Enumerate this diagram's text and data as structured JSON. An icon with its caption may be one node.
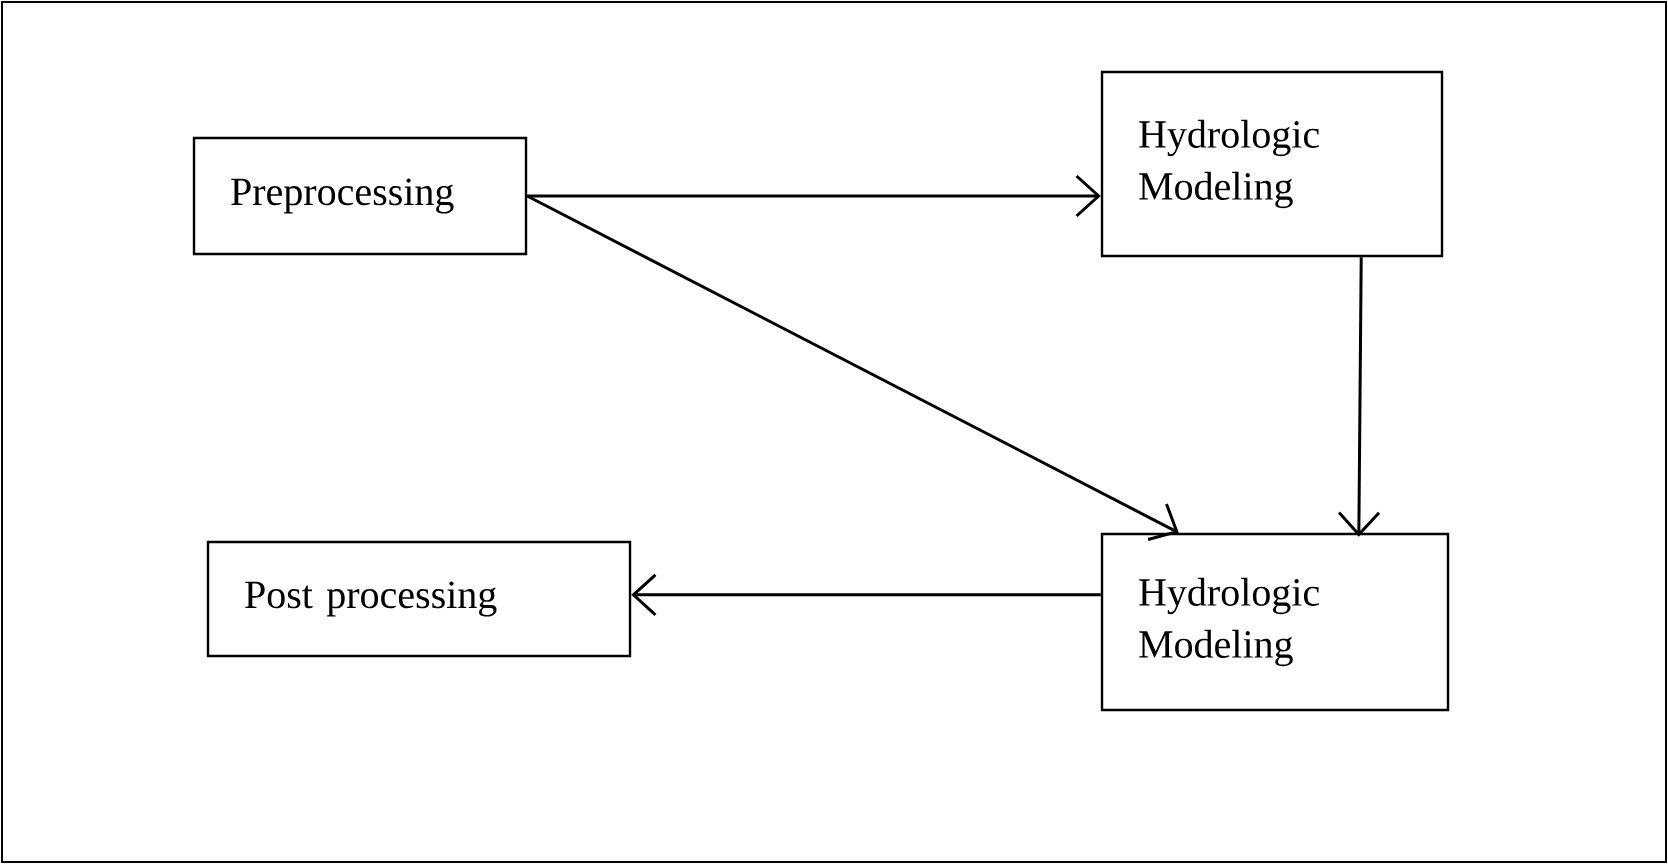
{
  "diagram": {
    "nodes": [
      {
        "text": [
          "Preprocessing"
        ]
      },
      {
        "text": [
          "Hydrologic Modeling"
        ]
      },
      {
        "text": [
          "Hydrologic Modeling"
        ]
      },
      {
        "text": [
          "Post processing"
        ]
      }
    ],
    "edges": [
      {
        "from": 0,
        "to": 1,
        "arrow": "to"
      },
      {
        "from": 0,
        "to": 2,
        "arrow": "to"
      },
      {
        "from": 1,
        "to": 2,
        "arrow": "to"
      },
      {
        "from": 2,
        "to": 3,
        "arrow": "to"
      }
    ]
  }
}
